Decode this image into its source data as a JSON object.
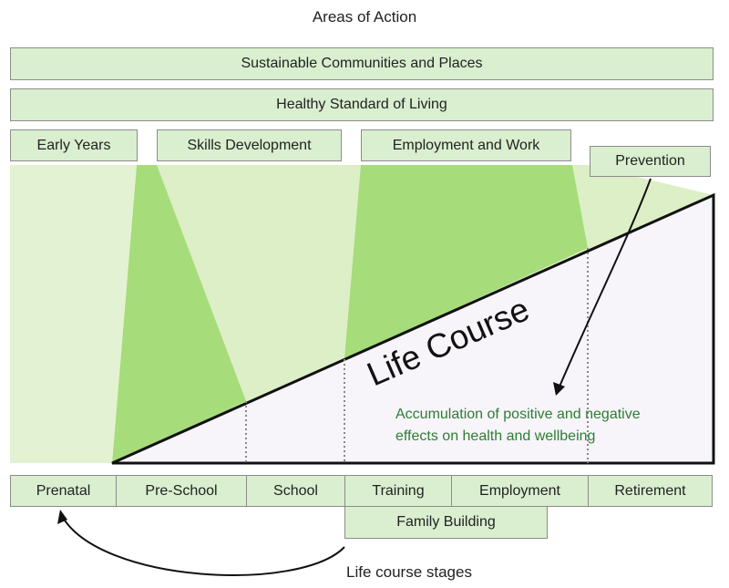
{
  "title": "Areas of Action",
  "bands": {
    "communities": "Sustainable Communities and Places",
    "living": "Healthy Standard of Living"
  },
  "areas": {
    "early_years": "Early Years",
    "skills": "Skills Development",
    "employment_work": "Employment and Work",
    "prevention": "Prevention"
  },
  "life_course_label": "Life Course",
  "accumulation": {
    "line1": "Accumulation of positive and negative",
    "line2": "effects on health and wellbeing"
  },
  "stages": [
    "Prenatal",
    "Pre-School",
    "School",
    "Training",
    "Employment",
    "Retirement"
  ],
  "family_building": "Family Building",
  "stages_caption": "Life course stages",
  "colors": {
    "box_fill": "#d9efcf",
    "light_green": "#dcefc6",
    "mid_green": "#a6dc7a",
    "triangle": "#f7f4fa",
    "accent_text": "#2e7d32"
  }
}
